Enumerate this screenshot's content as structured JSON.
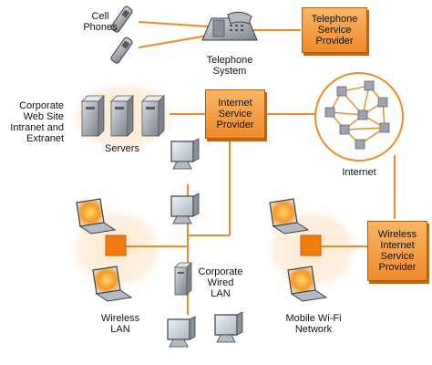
{
  "labels": {
    "cell_phones": "Cell\nPhones",
    "telephone_system": "Telephone\nSystem",
    "corporate_web_site": "Corporate\nWeb Site\nIntranet and\nExtranet",
    "servers": "Servers",
    "internet": "Internet",
    "corporate_wired_lan": "Corporate\nWired\nLAN",
    "wireless_lan": "Wireless\nLAN",
    "mobile_wifi_network": "Mobile Wi-Fi\nNetwork"
  },
  "providers": {
    "telephone": "Telephone\nService\nProvider",
    "internet": "Internet\nService\nProvider",
    "wireless_internet": "Wireless\nInternet\nService\nProvider"
  },
  "colors": {
    "connector": "#f08a24",
    "provider_fill": "#f4a04a",
    "hub_fill": "#f07c10",
    "halo": "#fbe3c3",
    "device_gray": "#9aa0a8"
  }
}
